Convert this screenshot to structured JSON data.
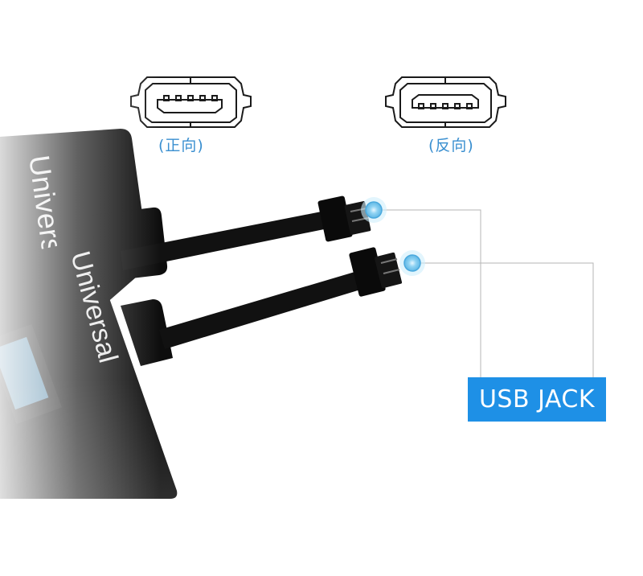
{
  "ports": {
    "forward_label": "(正向)",
    "reverse_label": "(反向)"
  },
  "cards": {
    "back_brand": "Univers",
    "front_brand": "Universal"
  },
  "callout": {
    "label": "USB JACK"
  },
  "colors": {
    "accent_blue": "#1e90e6",
    "label_blue": "#3a8fd0",
    "card_black": "#0d0d0d",
    "dot_blue": "#7ccdf0"
  },
  "icons": [
    "micro-usb-forward-icon",
    "micro-usb-reverse-icon"
  ]
}
